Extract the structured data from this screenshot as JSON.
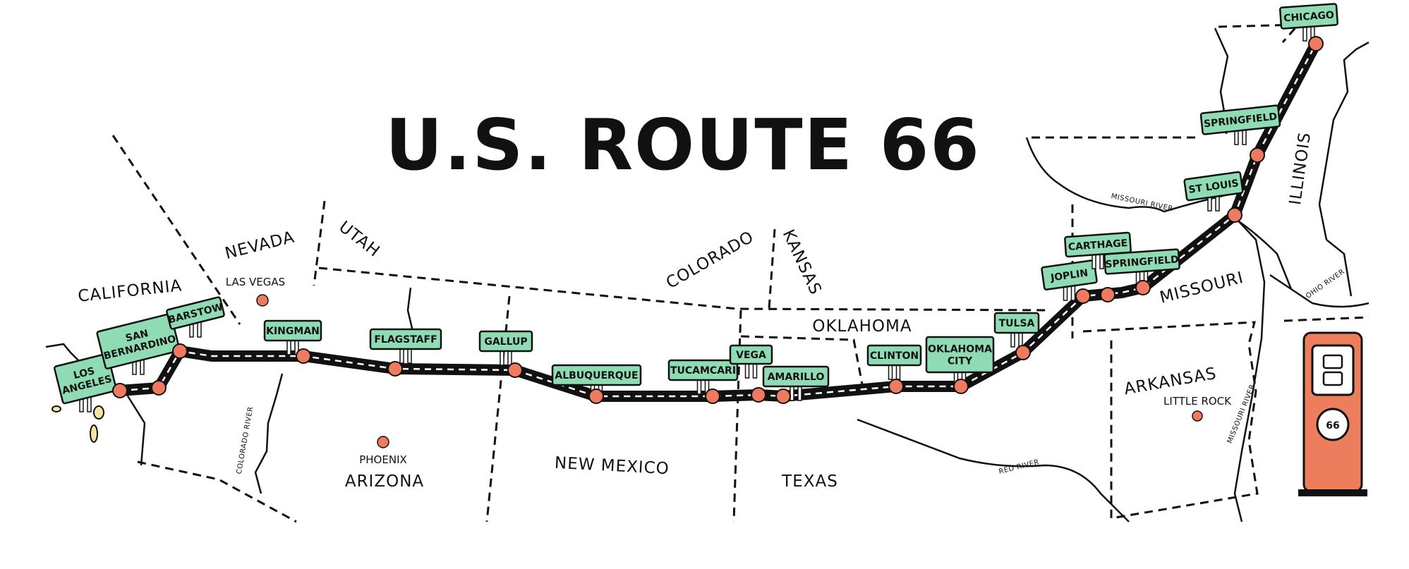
{
  "title": "U.S. ROUTE 66",
  "colors": {
    "sign_fill": "#8fdcb4",
    "stop_dot": "#f07a5f",
    "road": "#111111",
    "pump": "#ec7e5d"
  },
  "states": {
    "california": "CALIFORNIA",
    "nevada": "NEVADA",
    "utah": "UTAH",
    "arizona": "ARIZONA",
    "colorado": "COLORADO",
    "kansas": "KANSAS",
    "new_mexico": "NEW MEXICO",
    "texas": "TEXAS",
    "oklahoma": "OKLAHOMA",
    "missouri": "MISSOURI",
    "arkansas": "ARKANSAS",
    "illinois": "ILLINOIS"
  },
  "rivers": {
    "colorado": "COLORADO RIVER",
    "red": "RED RIVER",
    "missouri_north": "MISSOURI RIVER",
    "missouri_east": "MISSOURI RIVER",
    "ohio": "OHIO RIVER"
  },
  "other_cities": {
    "las_vegas": "LAS VEGAS",
    "phoenix": "PHOENIX",
    "little_rock": "LITTLE ROCK"
  },
  "route_stops": [
    {
      "name": "LOS ANGELES"
    },
    {
      "name": "SAN BERNARDINO"
    },
    {
      "name": "BARSTOW"
    },
    {
      "name": "KINGMAN"
    },
    {
      "name": "FLAGSTAFF"
    },
    {
      "name": "GALLUP"
    },
    {
      "name": "ALBUQUERQUE"
    },
    {
      "name": "TUCAMCARI"
    },
    {
      "name": "VEGA"
    },
    {
      "name": "AMARILLO"
    },
    {
      "name": "CLINTON"
    },
    {
      "name": "OKLAHOMA CITY"
    },
    {
      "name": "TULSA"
    },
    {
      "name": "JOPLIN"
    },
    {
      "name": "CARTHAGE"
    },
    {
      "name": "SPRINGFIELD"
    },
    {
      "name": "ST LOUIS"
    },
    {
      "name": "SPRINGFIELD"
    },
    {
      "name": "CHICAGO"
    }
  ],
  "icons": {
    "gas_pump": "gas-pump-icon",
    "route_shield": "route-66-shield-icon"
  }
}
